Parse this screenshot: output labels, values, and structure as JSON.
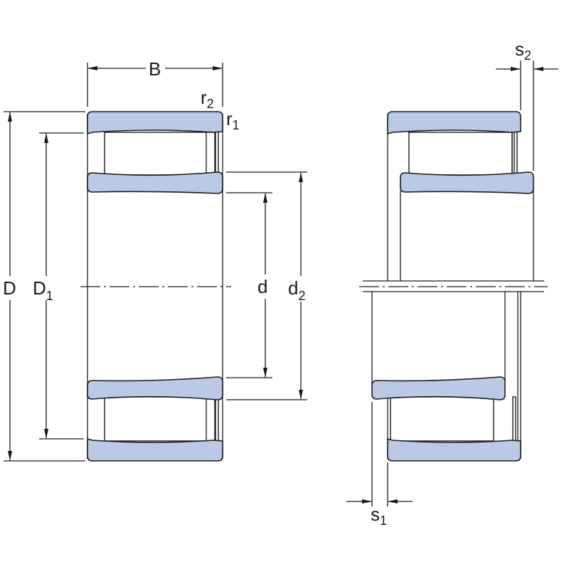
{
  "title": "Cylindrical roller bearing dimension drawing",
  "colors": {
    "ring_fill": "#b9c9e6",
    "line": "#1a1a1a"
  },
  "labels": {
    "B": "B",
    "D": "D",
    "D1_main": "D",
    "D1_sub": "1",
    "d": "d",
    "d2_main": "d",
    "d2_sub": "2",
    "r1_main": "r",
    "r1_sub": "1",
    "r2_main": "r",
    "r2_sub": "2",
    "s1_main": "s",
    "s1_sub": "1",
    "s2_main": "s",
    "s2_sub": "2"
  }
}
